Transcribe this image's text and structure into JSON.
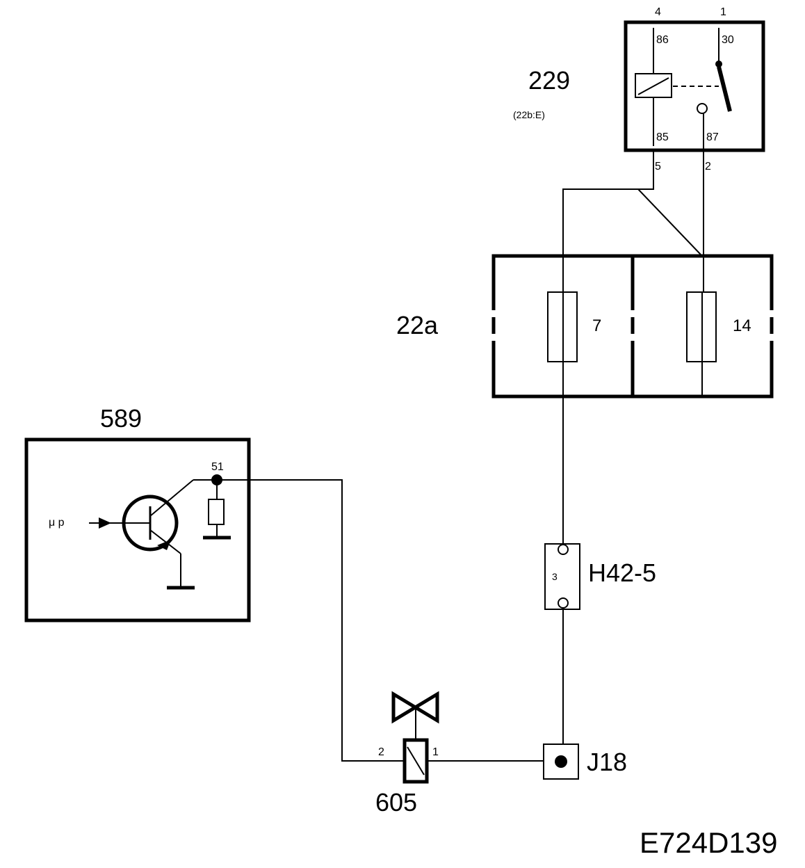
{
  "colors": {
    "ink": "#000000",
    "paper": "#ffffff"
  },
  "relay": {
    "id": "229",
    "ref": "(22b:E)",
    "pins_top": [
      "4",
      "1"
    ],
    "terminals_top": [
      "86",
      "30"
    ],
    "terminals_bottom": [
      "85",
      "87"
    ],
    "pins_bottom": [
      "5",
      "2"
    ]
  },
  "fusebox": {
    "id": "22a",
    "fuses": [
      "7",
      "14"
    ]
  },
  "connector": {
    "id": "H42-5",
    "pin": "3"
  },
  "junction": {
    "id": "J18"
  },
  "control_unit": {
    "id": "589",
    "input_label": "μ p",
    "pin": "51"
  },
  "valve": {
    "id": "605",
    "pin_left": "2",
    "pin_right": "1"
  },
  "diagram_code": "E724D139"
}
